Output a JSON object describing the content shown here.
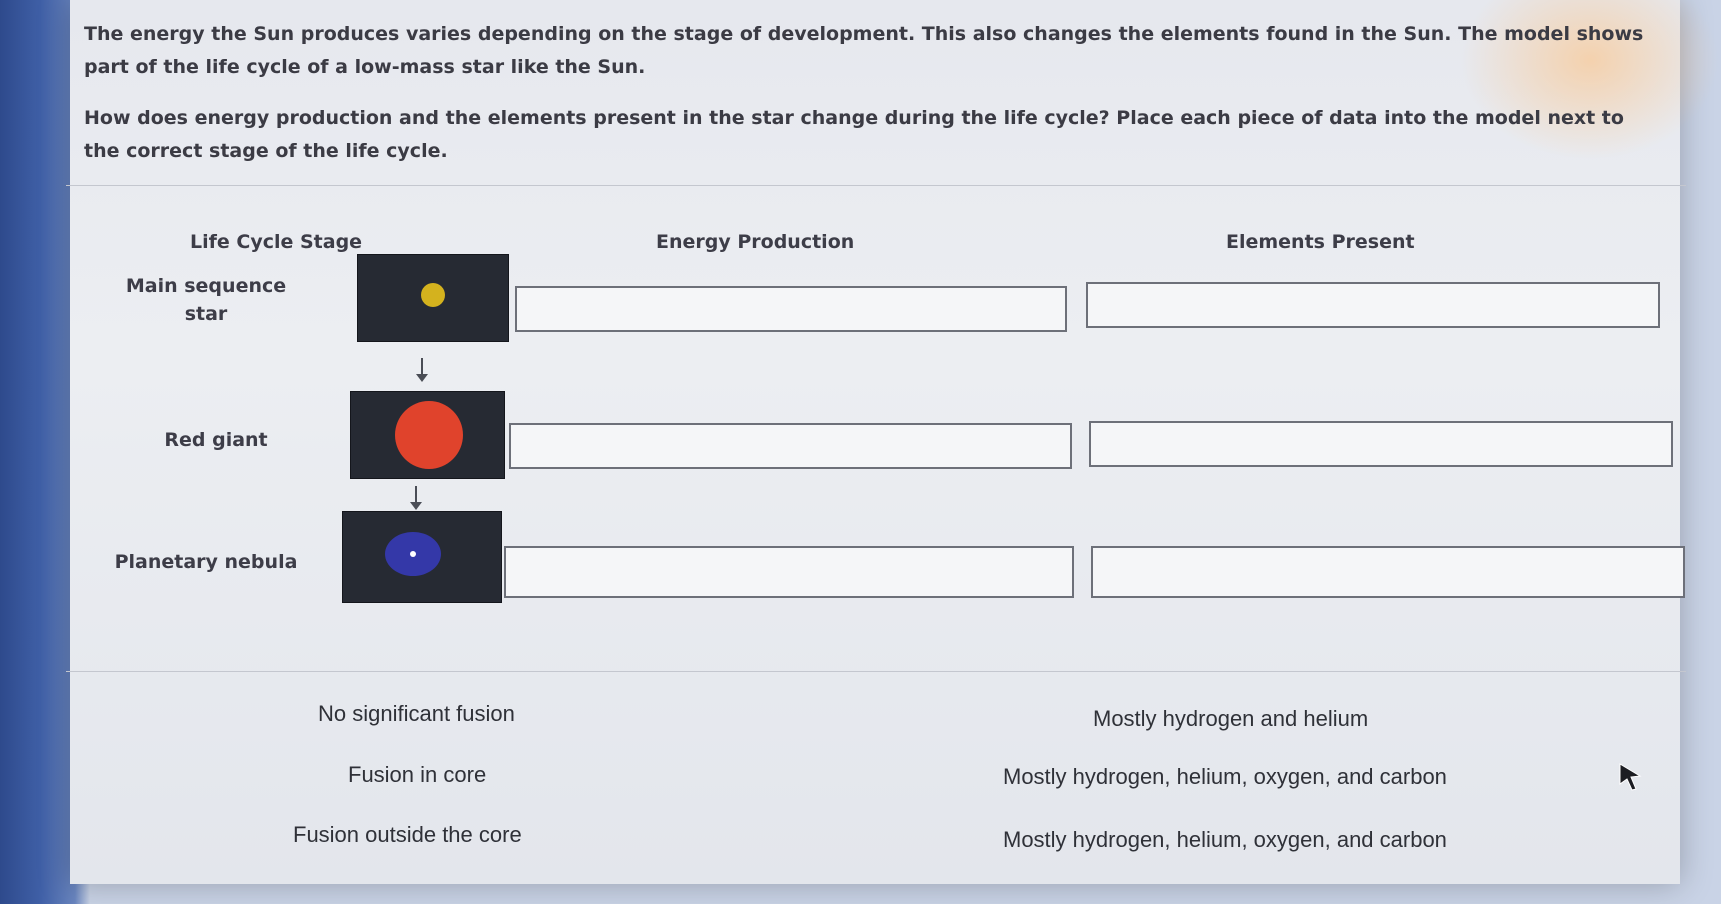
{
  "instructions": {
    "line1": "The energy the Sun produces varies depending on the stage of development. This also changes the elements found in the Sun. The model shows part of the life cycle of a low-mass star like the Sun.",
    "line2": "How does energy production and the elements present in the star change during the life cycle? Place each piece of data into the model next to the correct stage of the life cycle."
  },
  "table": {
    "headers": {
      "stage": "Life Cycle Stage",
      "energy": "Energy Production",
      "elements": "Elements Present"
    },
    "rows": [
      {
        "stage": "Main sequence star",
        "star_color": "#d4b21e",
        "star_kind": "small-yellow-star"
      },
      {
        "stage": "Red giant",
        "star_color": "#e0432c",
        "star_kind": "red-giant-star"
      },
      {
        "stage": "Planetary nebula",
        "star_color": "#3438a8",
        "star_kind": "nebula-with-core"
      }
    ]
  },
  "answer_bank": {
    "energy": [
      "No significant fusion",
      "Fusion in core",
      "Fusion outside the core"
    ],
    "elements": [
      "Mostly hydrogen and helium",
      "Mostly hydrogen, helium, oxygen, and carbon",
      "Mostly hydrogen, helium, oxygen, and carbon"
    ]
  },
  "icons": {
    "cursor": "mouse-pointer-icon",
    "arrow": "down-arrow-icon"
  }
}
